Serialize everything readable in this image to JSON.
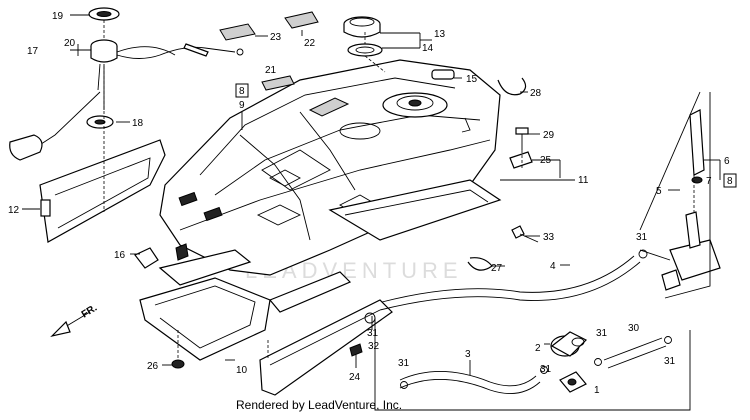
{
  "diagram": {
    "watermark": "LEADVENTURE",
    "footer": "Rendered by LeadVenture, Inc.",
    "direction_label": "FR.",
    "labels": [
      {
        "id": "19",
        "text": "19"
      },
      {
        "id": "17",
        "text": "17"
      },
      {
        "id": "20",
        "text": "20"
      },
      {
        "id": "18",
        "text": "18"
      },
      {
        "id": "12",
        "text": "12"
      },
      {
        "id": "16",
        "text": "16"
      },
      {
        "id": "26",
        "text": "26"
      },
      {
        "id": "10",
        "text": "10"
      },
      {
        "id": "23",
        "text": "23"
      },
      {
        "id": "22",
        "text": "22"
      },
      {
        "id": "13",
        "text": "13"
      },
      {
        "id": "14",
        "text": "14"
      },
      {
        "id": "21",
        "text": "21"
      },
      {
        "id": "8a",
        "text": "8"
      },
      {
        "id": "9",
        "text": "9"
      },
      {
        "id": "15",
        "text": "15"
      },
      {
        "id": "28",
        "text": "28"
      },
      {
        "id": "29",
        "text": "29"
      },
      {
        "id": "25",
        "text": "25"
      },
      {
        "id": "11",
        "text": "11"
      },
      {
        "id": "33",
        "text": "33"
      },
      {
        "id": "27",
        "text": "27"
      },
      {
        "id": "6",
        "text": "6"
      },
      {
        "id": "7",
        "text": "7"
      },
      {
        "id": "8b",
        "text": "8"
      },
      {
        "id": "5",
        "text": "5"
      },
      {
        "id": "31a",
        "text": "31"
      },
      {
        "id": "4",
        "text": "4"
      },
      {
        "id": "31b",
        "text": "31"
      },
      {
        "id": "32",
        "text": "32"
      },
      {
        "id": "24",
        "text": "24"
      },
      {
        "id": "2",
        "text": "2"
      },
      {
        "id": "31c",
        "text": "31"
      },
      {
        "id": "30",
        "text": "30"
      },
      {
        "id": "31d",
        "text": "31"
      },
      {
        "id": "31e",
        "text": "31"
      },
      {
        "id": "3",
        "text": "3"
      },
      {
        "id": "31f",
        "text": "31"
      },
      {
        "id": "1",
        "text": "1"
      }
    ]
  }
}
